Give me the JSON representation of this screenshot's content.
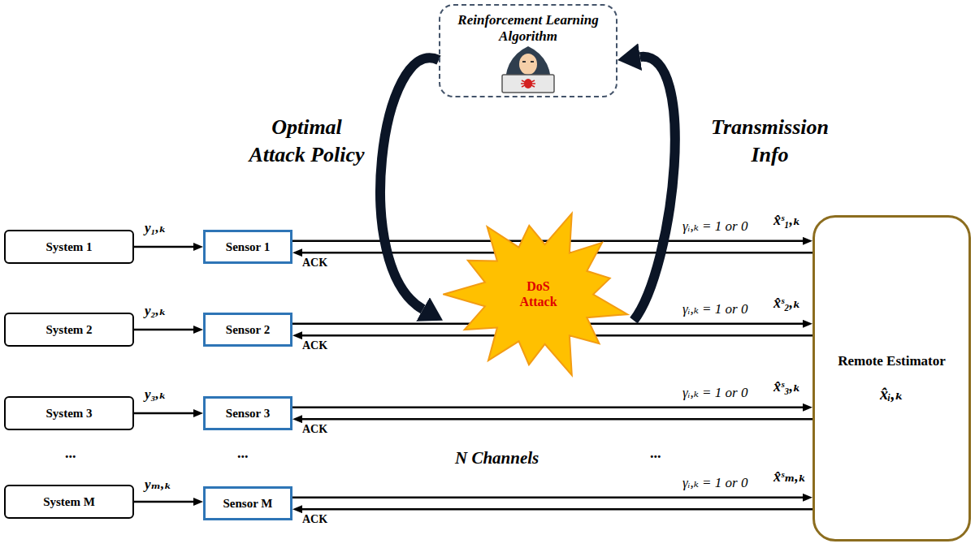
{
  "diagram": {
    "nodes": [
      {
        "text": [
          "Reinforcement Learning Algorithm"
        ]
      },
      {
        "text": [
          "System 1"
        ]
      },
      {
        "text": [
          "Sensor 1"
        ]
      },
      {
        "text": [
          "System 2"
        ]
      },
      {
        "text": [
          "Sensor 2"
        ]
      },
      {
        "text": [
          "System 3"
        ]
      },
      {
        "text": [
          "Sensor 3"
        ]
      },
      {
        "text": [
          "System M"
        ]
      },
      {
        "text": [
          "Sensor M"
        ]
      },
      {
        "text": [
          "Remote Estimator",
          "x̂ᵢ,ₖ"
        ]
      },
      {
        "text": [
          "DoS Attack"
        ]
      }
    ],
    "edges": [
      {
        "from": 1,
        "to": 2,
        "arrow": "to",
        "label": "y₁,ₖ"
      },
      {
        "from": 2,
        "to": 9,
        "arrow": "to",
        "label": "x̂ˢ₁,ₖ"
      },
      {
        "from": 9,
        "to": 2,
        "arrow": "to",
        "label": "ACK"
      },
      {
        "from": 3,
        "to": 4,
        "arrow": "to",
        "label": "y₂,ₖ"
      },
      {
        "from": 4,
        "to": 9,
        "arrow": "to",
        "label": "x̂ˢ₂,ₖ"
      },
      {
        "from": 9,
        "to": 4,
        "arrow": "to",
        "label": "ACK"
      },
      {
        "from": 5,
        "to": 6,
        "arrow": "to",
        "label": "y₃,ₖ"
      },
      {
        "from": 6,
        "to": 9,
        "arrow": "to",
        "label": "x̂ˢ₃,ₖ"
      },
      {
        "from": 9,
        "to": 6,
        "arrow": "to",
        "label": "ACK"
      },
      {
        "from": 7,
        "to": 8,
        "arrow": "to",
        "label": "yₘ,ₖ"
      },
      {
        "from": 8,
        "to": 9,
        "arrow": "to",
        "label": "x̂ˢₘ,ₖ"
      },
      {
        "from": 9,
        "to": 8,
        "arrow": "to",
        "label": "ACK"
      },
      {
        "from": 0,
        "to": 10,
        "arrow": "to",
        "label": "Optimal Attack Policy"
      },
      {
        "from": 10,
        "to": 0,
        "arrow": "to",
        "label": "Transmission Info"
      }
    ],
    "labels": [
      "γᵢ,ₖ = 1 or 0",
      "γᵢ,ₖ = 1 or 0",
      "γᵢ,ₖ = 1 or 0",
      "γᵢ,ₖ = 1 or 0",
      "N Channels",
      "...",
      "...",
      "..."
    ]
  }
}
